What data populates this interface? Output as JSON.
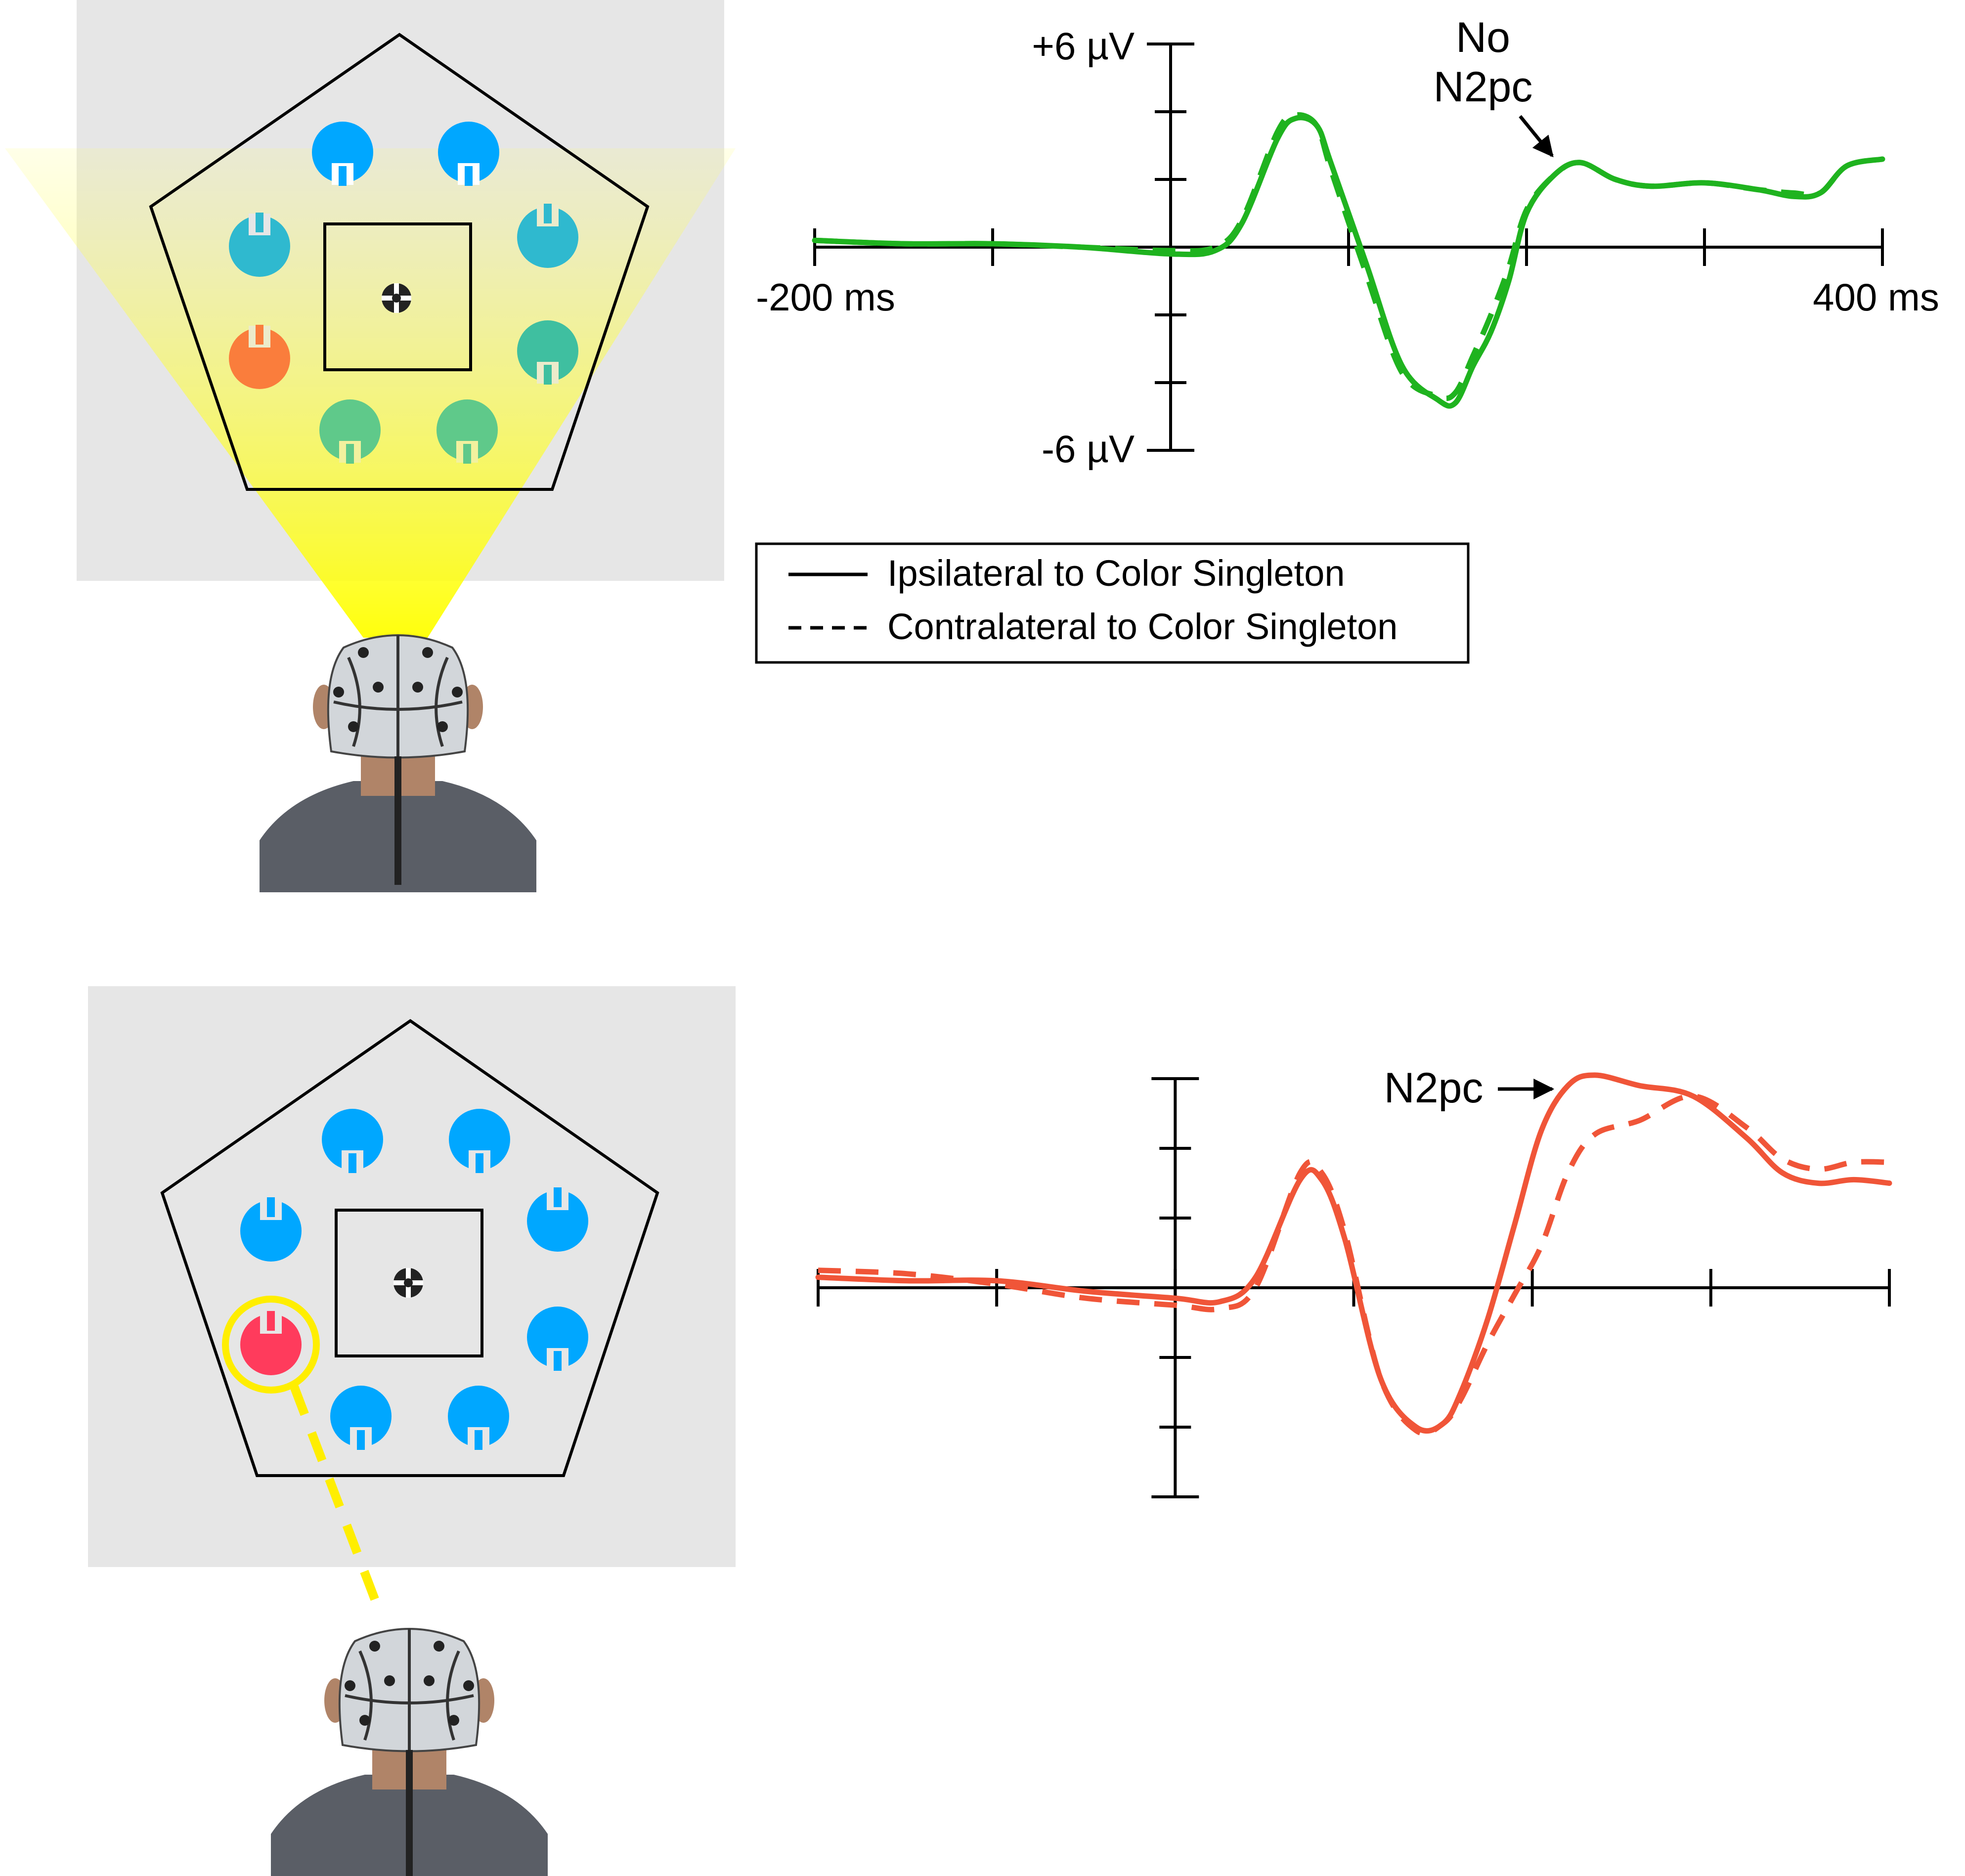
{
  "colors": {
    "background": "#ffffff",
    "display_bg": "#e6e6e6",
    "beam": "#ffff00",
    "target_ring": "#ffee00",
    "dashed_line": "#ffee00",
    "top_trace": "#1fb31f",
    "bottom_trace": "#f05538",
    "axis": "#000000",
    "blue_item": "#00a7ff",
    "green_item": "#5fc98a",
    "teal_item": "#2fb9cf",
    "orange_item": "#fa7d3c",
    "red_item": "#ff3b5c",
    "cap": "#d2d6da",
    "shirt": "#5a5e66",
    "skin": "#b08468"
  },
  "icons": {
    "search_item": "notched-circle-icon",
    "fixation": "fixation-cross-icon",
    "participant": "eeg-cap-head-icon"
  },
  "top_panel": {
    "items": [
      {
        "color": "blue"
      },
      {
        "color": "blue"
      },
      {
        "color": "teal"
      },
      {
        "color": "teal"
      },
      {
        "color": "orange"
      },
      {
        "color": "teal-green"
      },
      {
        "color": "green"
      },
      {
        "color": "green"
      }
    ],
    "annotation": [
      "No",
      "N2pc"
    ]
  },
  "bottom_panel": {
    "items": [
      {
        "color": "blue"
      },
      {
        "color": "blue"
      },
      {
        "color": "blue"
      },
      {
        "color": "blue"
      },
      {
        "color": "red"
      },
      {
        "color": "blue"
      },
      {
        "color": "blue"
      },
      {
        "color": "blue"
      }
    ],
    "annotation": "N2pc"
  },
  "legend": {
    "solid": "Ipsilateral to Color Singleton",
    "dashed": "Contralateral to Color Singleton"
  },
  "chart_data": [
    {
      "type": "line",
      "xlabel": "",
      "ylabel": "",
      "xlim": [
        -200,
        400
      ],
      "ylim": [
        -6,
        6
      ],
      "x_tick_labels": [
        "-200 ms",
        "400 ms"
      ],
      "y_tick_labels": [
        "+6 µV",
        "-6 µV"
      ],
      "x_ticks": [
        -200,
        -100,
        0,
        100,
        200,
        300,
        400
      ],
      "y_ticks": [
        -6,
        -4,
        -2,
        0,
        2,
        4,
        6
      ],
      "series": [
        {
          "name": "Ipsilateral to Color Singleton",
          "style": "solid",
          "x": [
            -200,
            -150,
            -100,
            -50,
            0,
            25,
            40,
            60,
            70,
            82,
            90,
            110,
            130,
            150,
            160,
            170,
            180,
            190,
            200,
            215,
            230,
            250,
            270,
            300,
            330,
            350,
            365,
            380,
            400
          ],
          "y": [
            0.2,
            0.1,
            0.1,
            0.0,
            -0.2,
            -0.1,
            0.7,
            3.2,
            3.8,
            3.6,
            2.5,
            -0.5,
            -3.5,
            -4.5,
            -4.6,
            -3.5,
            -2.5,
            -1.0,
            1.0,
            2.1,
            2.5,
            2.0,
            1.8,
            1.9,
            1.7,
            1.5,
            1.6,
            2.4,
            2.6
          ]
        },
        {
          "name": "Contralateral to Color Singleton",
          "style": "dashed",
          "x": [
            -200,
            -150,
            -100,
            -50,
            0,
            25,
            40,
            60,
            70,
            82,
            90,
            110,
            130,
            150,
            160,
            170,
            180,
            190,
            200,
            215,
            230,
            250,
            270,
            300,
            330,
            350,
            365,
            380,
            400
          ],
          "y": [
            0.2,
            0.1,
            0.1,
            0.0,
            -0.1,
            0.0,
            0.8,
            3.4,
            3.9,
            3.6,
            2.3,
            -0.8,
            -3.7,
            -4.4,
            -4.3,
            -3.2,
            -2.0,
            -0.6,
            1.1,
            2.1,
            2.5,
            2.0,
            1.8,
            1.9,
            1.7,
            1.6,
            1.6,
            2.4,
            2.6
          ]
        }
      ]
    },
    {
      "type": "line",
      "xlabel": "",
      "ylabel": "",
      "xlim": [
        -200,
        400
      ],
      "ylim": [
        -6,
        6
      ],
      "x_ticks": [
        -200,
        -100,
        0,
        100,
        200,
        300,
        400
      ],
      "y_ticks": [
        -6,
        -4,
        -2,
        0,
        2,
        4,
        6
      ],
      "series": [
        {
          "name": "Ipsilateral to Color Singleton",
          "style": "solid",
          "x": [
            -200,
            -150,
            -100,
            -50,
            0,
            25,
            45,
            70,
            82,
            95,
            115,
            135,
            150,
            160,
            175,
            190,
            205,
            220,
            235,
            260,
            290,
            320,
            340,
            360,
            380,
            400
          ],
          "y": [
            0.3,
            0.2,
            0.2,
            -0.1,
            -0.3,
            -0.4,
            0.3,
            3.1,
            3.1,
            1.4,
            -2.6,
            -4.0,
            -3.9,
            -3.0,
            -0.9,
            1.8,
            4.5,
            5.8,
            6.1,
            5.8,
            5.5,
            4.3,
            3.3,
            3.0,
            3.1,
            3.0
          ]
        },
        {
          "name": "Contralateral to Color Singleton",
          "style": "dashed",
          "x": [
            -200,
            -150,
            -100,
            -50,
            0,
            25,
            45,
            70,
            82,
            95,
            115,
            135,
            150,
            160,
            175,
            190,
            205,
            220,
            235,
            260,
            290,
            320,
            340,
            360,
            380,
            400
          ],
          "y": [
            0.5,
            0.4,
            0.1,
            -0.3,
            -0.5,
            -0.6,
            0.0,
            3.3,
            3.3,
            1.6,
            -2.6,
            -4.1,
            -3.9,
            -3.2,
            -1.6,
            -0.2,
            1.2,
            3.3,
            4.4,
            4.8,
            5.5,
            4.6,
            3.7,
            3.4,
            3.6,
            3.6
          ]
        }
      ]
    }
  ]
}
